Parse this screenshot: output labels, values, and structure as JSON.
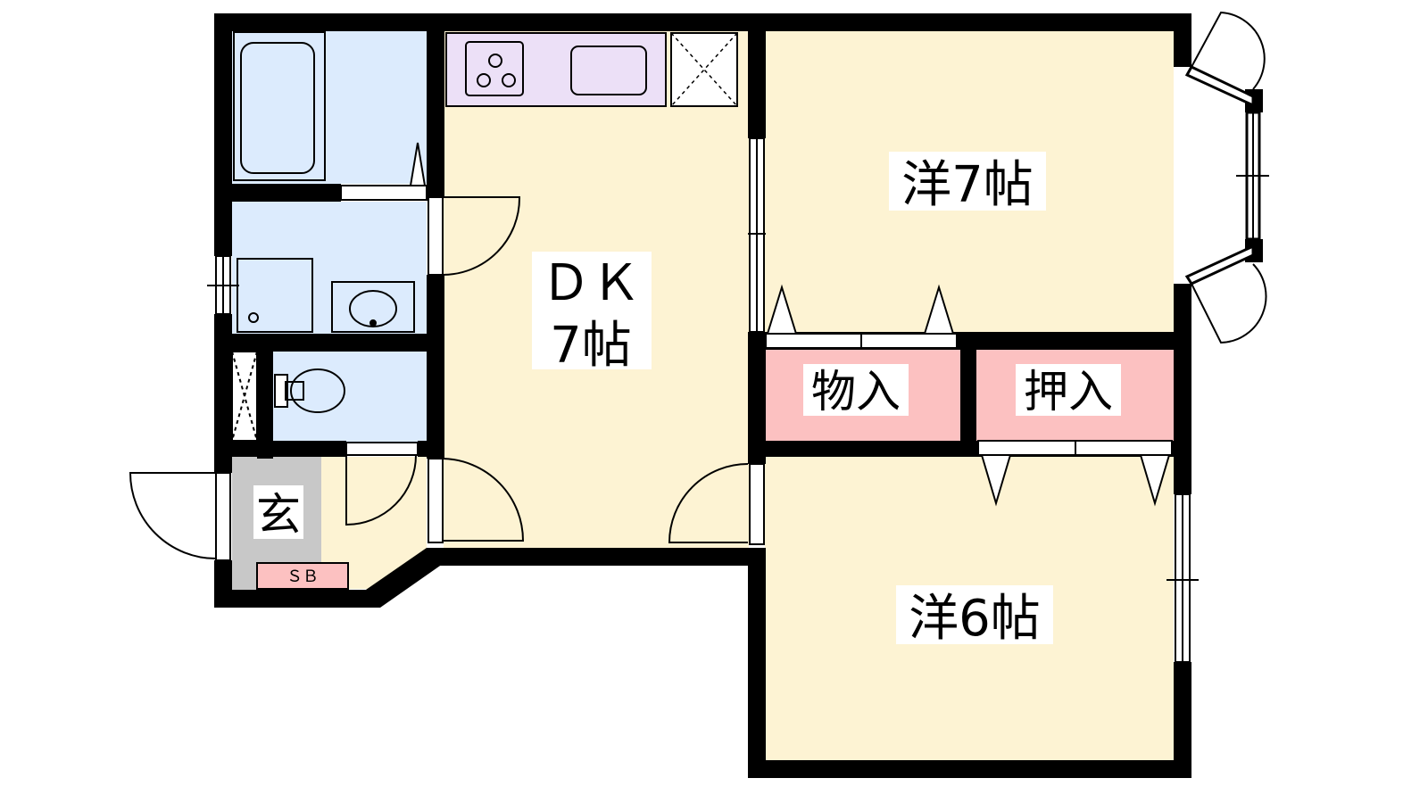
{
  "rooms": {
    "dk": {
      "name": "ＤＫ",
      "size": "7帖"
    },
    "western_7": {
      "label": "洋7帖"
    },
    "western_6": {
      "label": "洋6帖"
    },
    "storage": {
      "label": "物入"
    },
    "closet": {
      "label": "押入"
    },
    "entrance": {
      "label": "玄"
    },
    "shoe_box": {
      "label": "ＳＢ"
    },
    "bathroom": {},
    "washroom": {},
    "toilet": {}
  },
  "colors": {
    "living": "#fdf3d3",
    "wet": "#dcebfd",
    "kitchen_counter": "#ece0f7",
    "storage": "#fcc1c1",
    "entrance": "#c8c8c8",
    "wall": "#000000"
  }
}
